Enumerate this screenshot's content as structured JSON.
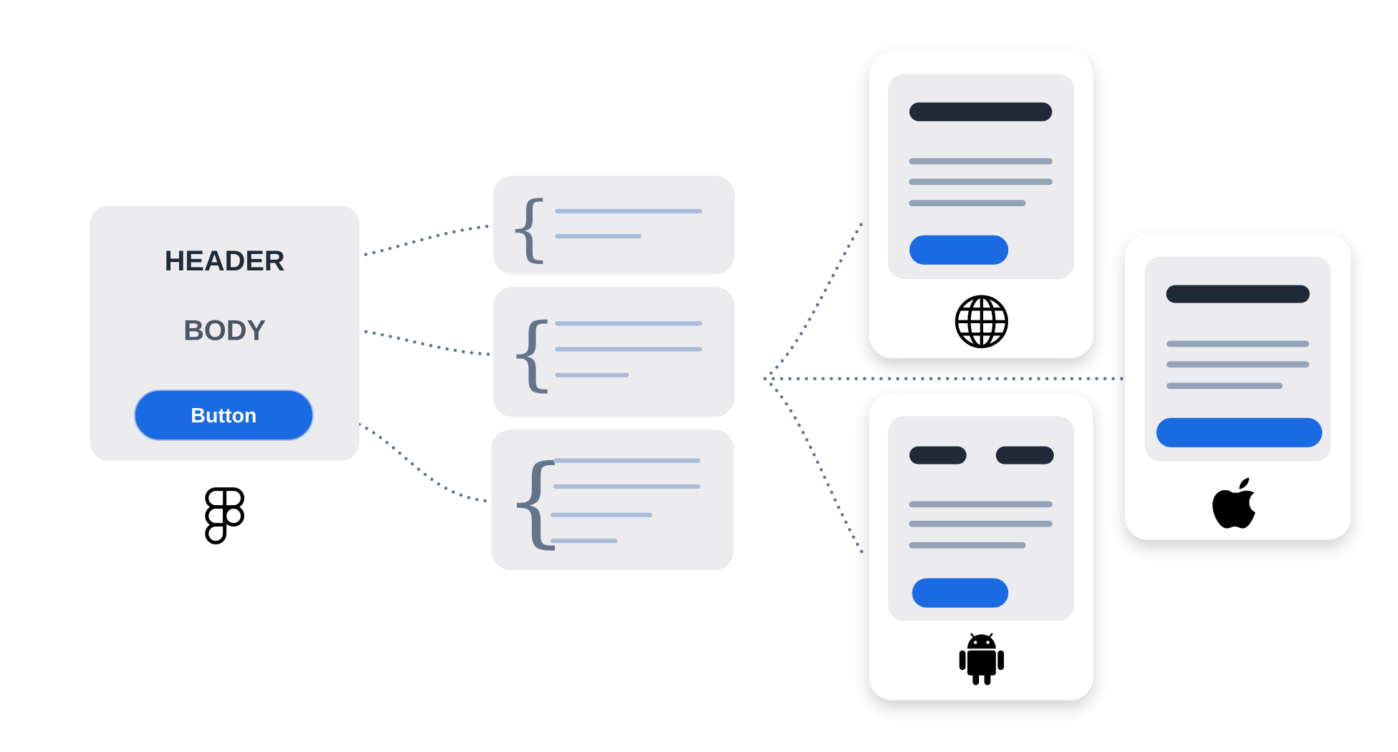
{
  "design_source": {
    "header_label": "HEADER",
    "body_label": "BODY",
    "button_label": "Button",
    "icon": "figma-logo-icon"
  },
  "tokens": {
    "count": 3,
    "icon": "curly-brace-icon"
  },
  "platforms": [
    {
      "name": "web",
      "icon": "globe-icon"
    },
    {
      "name": "android",
      "icon": "android-icon"
    },
    {
      "name": "ios",
      "icon": "apple-icon"
    }
  ],
  "colors": {
    "panel": "#ececee",
    "dark": "#1f2937",
    "body_text": "#4b5563",
    "line": "#94a3b8",
    "token_line": "#a9bcd8",
    "accent": "#1a6ae4",
    "connector": "#64748b"
  }
}
